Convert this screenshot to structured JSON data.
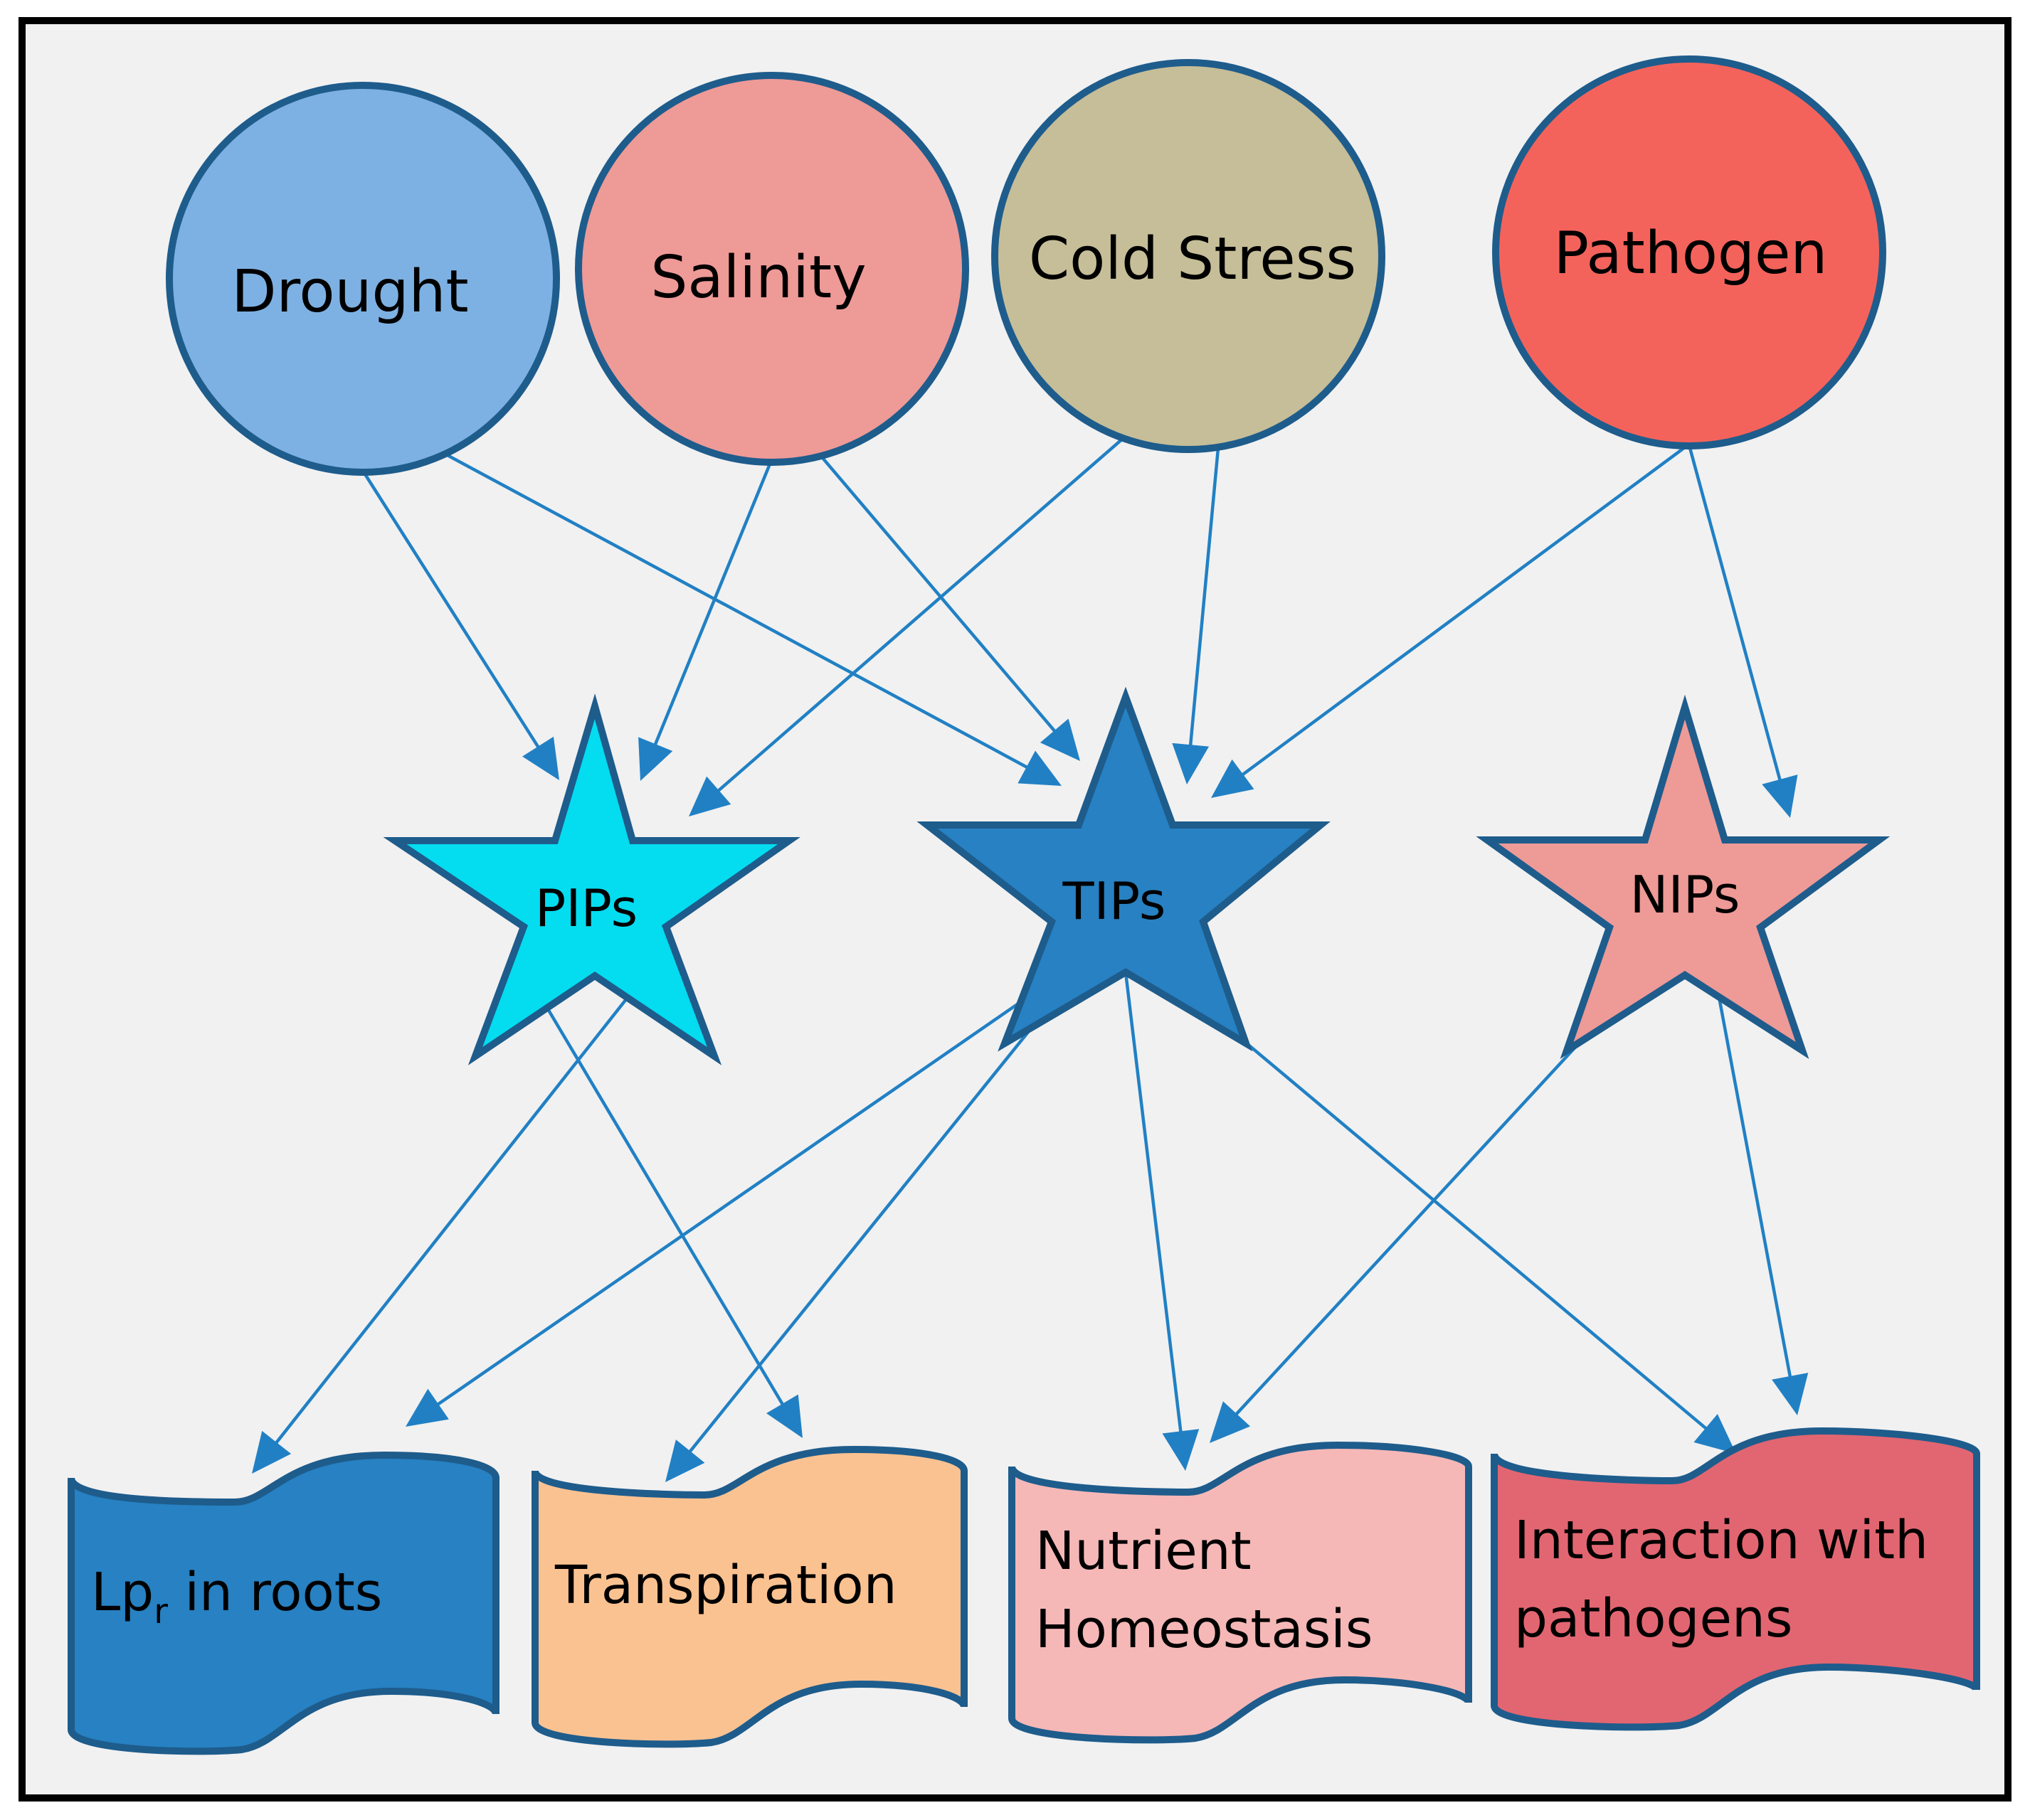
{
  "colors": {
    "background": "#f1f1f1",
    "frame": "#000000",
    "outline": "#1e5c8c",
    "arrow": "#2180c4"
  },
  "stressors": [
    {
      "id": "drought",
      "label": "Drought",
      "fill": "#7eb1e3"
    },
    {
      "id": "salinity",
      "label": "Salinity",
      "fill": "#ee9a97"
    },
    {
      "id": "cold",
      "label": "Cold Stress",
      "fill": "#c6be98"
    },
    {
      "id": "pathogen",
      "label": "Pathogen",
      "fill": "#f4635b"
    }
  ],
  "aquaporins": [
    {
      "id": "pips",
      "label": "PIPs",
      "fill": "#04dcf0"
    },
    {
      "id": "tips",
      "label": "TIPs",
      "fill": "#2781c2"
    },
    {
      "id": "nips",
      "label": "NIPs",
      "fill": "#ee9a97"
    }
  ],
  "outcomes": [
    {
      "id": "lpr",
      "label_main": "Lp",
      "label_sub": "r",
      "label_rest": " in roots",
      "fill": "#2781c2"
    },
    {
      "id": "transpiration",
      "label_main": "Transpiration",
      "fill": "#fbc291"
    },
    {
      "id": "nutrient",
      "label_line1": "Nutrient",
      "label_line2": "Homeostasis",
      "fill": "#f5b8b7"
    },
    {
      "id": "interaction",
      "label_line1": "Interaction with",
      "label_line2": "pathogens",
      "fill": "#e26671"
    }
  ],
  "edges": [
    {
      "from": "drought",
      "to": "pips"
    },
    {
      "from": "drought",
      "to": "tips"
    },
    {
      "from": "salinity",
      "to": "pips"
    },
    {
      "from": "salinity",
      "to": "tips"
    },
    {
      "from": "cold",
      "to": "pips"
    },
    {
      "from": "cold",
      "to": "tips"
    },
    {
      "from": "pathogen",
      "to": "tips"
    },
    {
      "from": "pathogen",
      "to": "nips"
    },
    {
      "from": "pips",
      "to": "lpr"
    },
    {
      "from": "pips",
      "to": "transpiration"
    },
    {
      "from": "tips",
      "to": "lpr"
    },
    {
      "from": "tips",
      "to": "transpiration"
    },
    {
      "from": "tips",
      "to": "nutrient"
    },
    {
      "from": "tips",
      "to": "interaction"
    },
    {
      "from": "nips",
      "to": "nutrient"
    },
    {
      "from": "nips",
      "to": "interaction"
    }
  ]
}
